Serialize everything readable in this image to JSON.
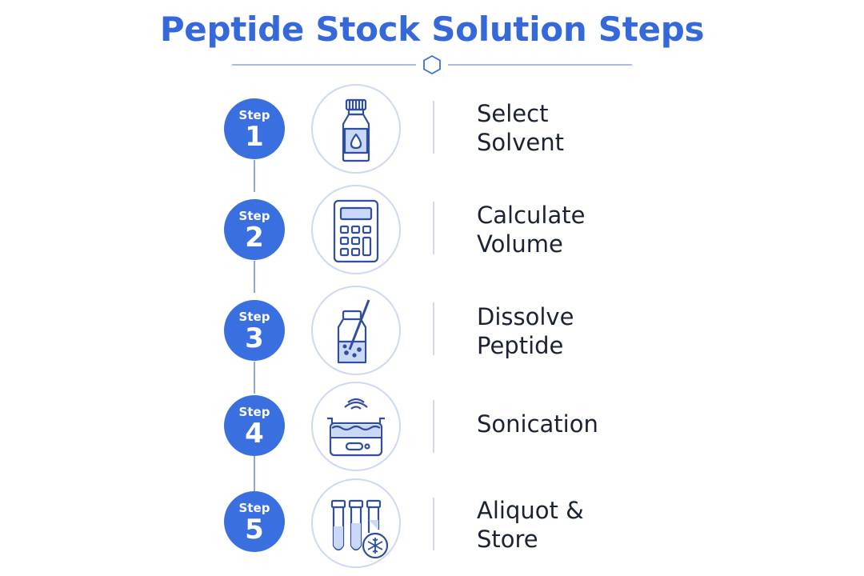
{
  "title": "Peptide Stock Solution Steps",
  "step_word": "Step",
  "steps": [
    {
      "number": "1",
      "label_lines": [
        "Select",
        "Solvent"
      ],
      "icon": "solvent-bottle-icon"
    },
    {
      "number": "2",
      "label_lines": [
        "Calculate",
        "Volume"
      ],
      "icon": "calculator-icon"
    },
    {
      "number": "3",
      "label_lines": [
        "Dissolve",
        "Peptide"
      ],
      "icon": "vial-stir-icon"
    },
    {
      "number": "4",
      "label_lines": [
        "Sonication"
      ],
      "icon": "ultrasonic-bath-icon"
    },
    {
      "number": "5",
      "label_lines": [
        "Aliquot &",
        "Store"
      ],
      "icon": "tubes-freeze-icon"
    }
  ],
  "colors": {
    "accent": "#3a6fe0",
    "title": "#3568db",
    "icon_stroke": "#2f4e9e",
    "icon_fill": "#c9d8f7",
    "text": "#1b2233"
  }
}
